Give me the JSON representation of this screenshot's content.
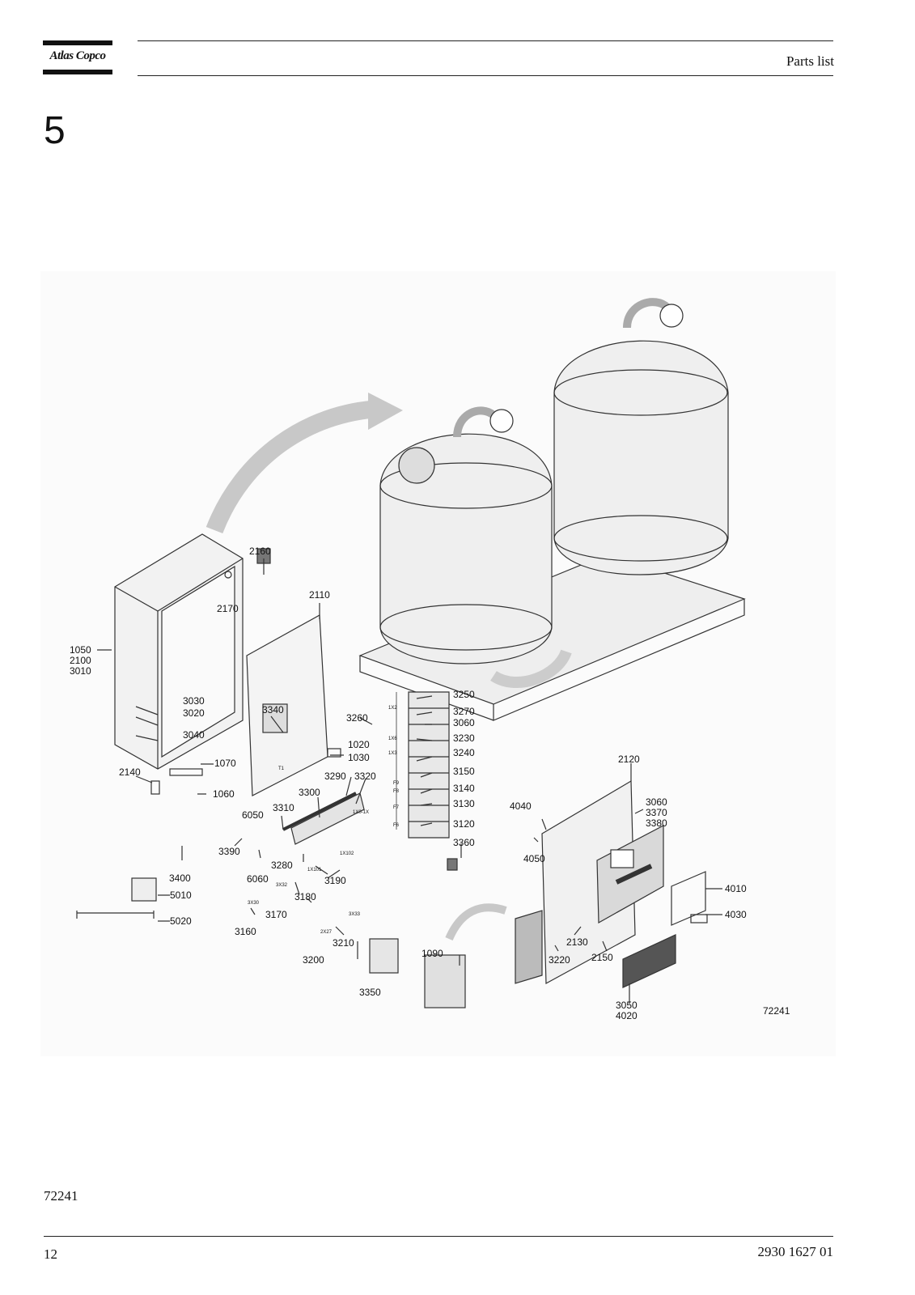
{
  "header": {
    "logo_text": "Atlas Copco",
    "title": "Parts list"
  },
  "chapter": "5",
  "figure": {
    "id_label": "72241",
    "callouts": {
      "c1050": [
        "1050",
        "2100",
        "3010"
      ],
      "c2160": "2160",
      "c2170": "2170",
      "c2110": "2110",
      "c3030": "3030",
      "c3020": "3020",
      "c3040": "3040",
      "c3340": "3340",
      "c3260": "3260",
      "c1020": "1020",
      "c1030": "1030",
      "c2140": "2140",
      "c1070": "1070",
      "c1060": "1060",
      "c3290": "3290",
      "c3320": "3320",
      "c3300": "3300",
      "c3310": "3310",
      "c6050": "6050",
      "c3390": "3390",
      "c3400": "3400",
      "c6060": "6060",
      "c3280": "3280",
      "c3190": "3190",
      "c3180": "3180",
      "c3170": "3170",
      "c3160": "3160",
      "c5010": "5010",
      "c5020": "5020",
      "c3210": "3210",
      "c3200": "3200",
      "c3350": "3350",
      "c1090": "1090",
      "c3250": "3250",
      "c3270": "3270",
      "c3060a": "3060",
      "c3230": "3230",
      "c3240": "3240",
      "c3150": "3150",
      "c3140": "3140",
      "c3130": "3130",
      "c3120": "3120",
      "c3360": "3360",
      "c2120": "2120",
      "c3060b": [
        "3060",
        "3370",
        "3380"
      ],
      "c4040": "4040",
      "c4050": "4050",
      "c4010": "4010",
      "c4030": "4030",
      "c2130": "2130",
      "c3220": "3220",
      "c2150": "2150",
      "c3050": [
        "3050",
        "4020"
      ]
    },
    "small_tags": {
      "t1x2": "1X2",
      "t1x6": "1X6",
      "t1x3": "1X3",
      "tf9": "F9",
      "tf8": "F8",
      "tf7": "F7",
      "tf6": "F6",
      "tt1": "T1",
      "t1x0": "1X0-1X",
      "t1x102": "1X102",
      "t1x101": "1X101",
      "t3x32": "3X32",
      "t3x30": "3X30",
      "t3x33": "3X33",
      "t2x27": "2X27"
    }
  },
  "bottom_code": "72241",
  "footer": {
    "page_number": "12",
    "doc_number": "2930 1627 01"
  }
}
